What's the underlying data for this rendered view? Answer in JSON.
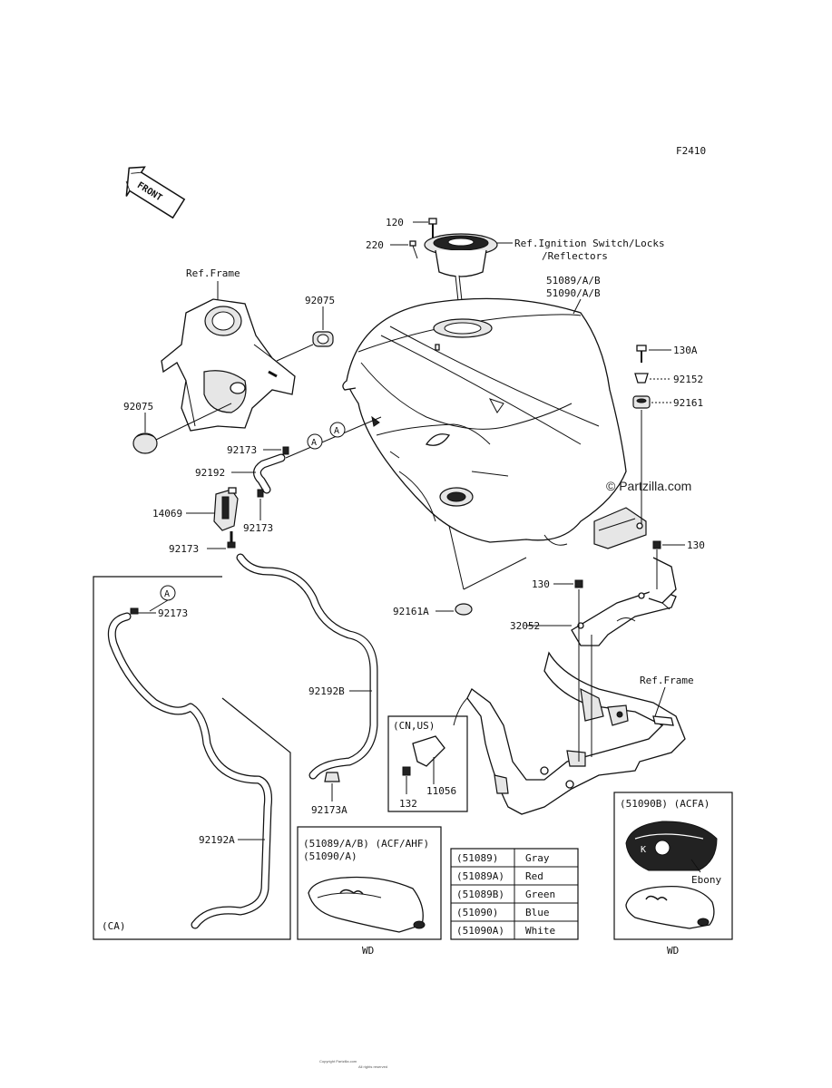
{
  "figure_code": "F2410",
  "front_arrow": "FRONT",
  "watermark": "© Partzilla.com",
  "footer": [
    "Copyright Partzilla.com",
    "All rights reserved"
  ],
  "labels": {
    "p120": "120",
    "p220": "220",
    "ref_ign_1": "Ref.Ignition Switch/Locks",
    "ref_ign_2": "/Reflectors",
    "tank_1": "51089/A/B",
    "tank_2": "51090/A/B",
    "ref_frame_top": "Ref.Frame",
    "p92075_a": "92075",
    "p92075_b": "92075",
    "p130a": "130A",
    "p92152": "92152",
    "p92161": "92161",
    "p92173_a": "92173",
    "p92192": "92192",
    "p14069": "14069",
    "p92173_b": "92173",
    "p92173_c": "92173",
    "p130_r": "130",
    "p130_l": "130",
    "p92161a": "92161A",
    "p32052": "32052",
    "ref_frame_bot": "Ref.Frame",
    "circle_a1": "A",
    "circle_a2": "A",
    "circle_a3": "A",
    "p92173_ca": "92173",
    "p92192b": "92192B",
    "p92173a": "92173A",
    "p92192a": "92192A",
    "ca": "(CA)",
    "cnus": "(CN,US)",
    "p132": "132",
    "p11056": "11056",
    "wd_left": "WD",
    "wd_right": "WD",
    "box_left_1": "(51089/A/B) (ACF/AHF)",
    "box_left_2": "(51090/A)",
    "box_right": "(51090B)   (ACFA)",
    "ebony": "Ebony"
  },
  "color_table": [
    {
      "part": "(51089)",
      "color": "Gray"
    },
    {
      "part": "(51089A)",
      "color": "Red"
    },
    {
      "part": "(51089B)",
      "color": "Green"
    },
    {
      "part": "(51090)",
      "color": "Blue"
    },
    {
      "part": "(51090A)",
      "color": "White"
    }
  ]
}
